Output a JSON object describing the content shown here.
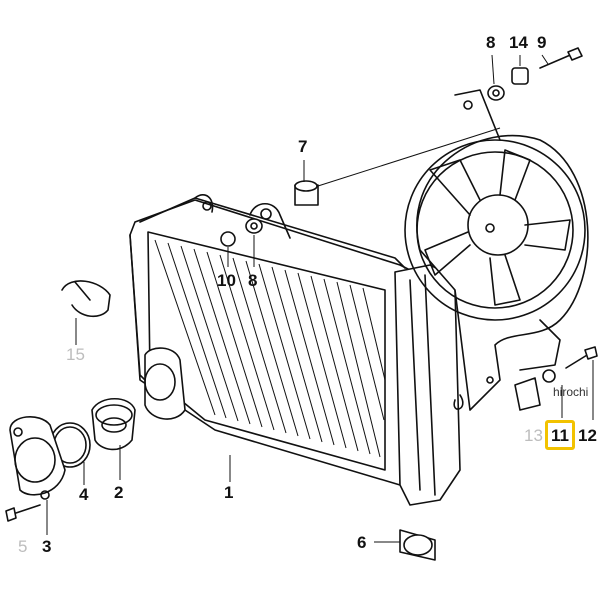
{
  "labels": {
    "l1": "1",
    "l2": "2",
    "l3": "3",
    "l4": "4",
    "l5": "5",
    "l6": "6",
    "l7": "7",
    "l8a": "8",
    "l8b": "8",
    "l9": "9",
    "l10": "10",
    "l11": "11",
    "l12": "12",
    "l13": "13",
    "l14": "14",
    "l15": "15"
  },
  "watermark": "hirochi",
  "colors": {
    "highlight": "#f2c200",
    "ink": "#111111",
    "grey_label": "#bdbdbd"
  }
}
